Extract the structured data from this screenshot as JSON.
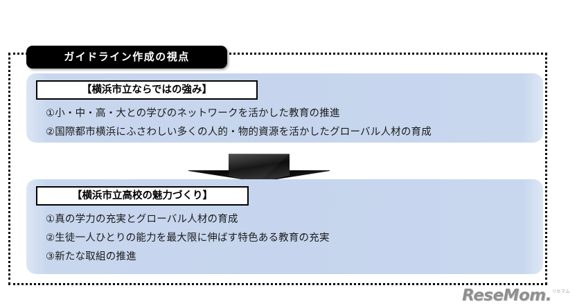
{
  "document": {
    "title_banner": "ガイドライン作成の視点"
  },
  "panels": [
    {
      "heading": "【横浜市立ならではの強み】",
      "items": [
        "①小・中・高・大との学びのネットワークを活かした教育の推進",
        "②国際都市横浜にふさわしい多くの人的・物的資源を活かしたグローバル人材の育成"
      ]
    },
    {
      "heading": "【横浜市立高校の魅力づくり】",
      "items": [
        "①真の学力の充実とグローバル人材の育成",
        "②生徒一人ひとりの能力を最大限に伸ばす特色ある教育の充実",
        "③新たな取組の推進"
      ]
    }
  ],
  "connector": {
    "icon": "down-arrow-icon"
  },
  "watermark": {
    "text": "ReseMom.",
    "tm": "リセマム"
  },
  "colors": {
    "panel_fill": "#c6d5ed",
    "banner_fill": "#000000",
    "banner_text": "#ffffff",
    "frame_border": "#000000",
    "arrow_dark": "#111111",
    "watermark_grey": "#8f8f8f"
  }
}
